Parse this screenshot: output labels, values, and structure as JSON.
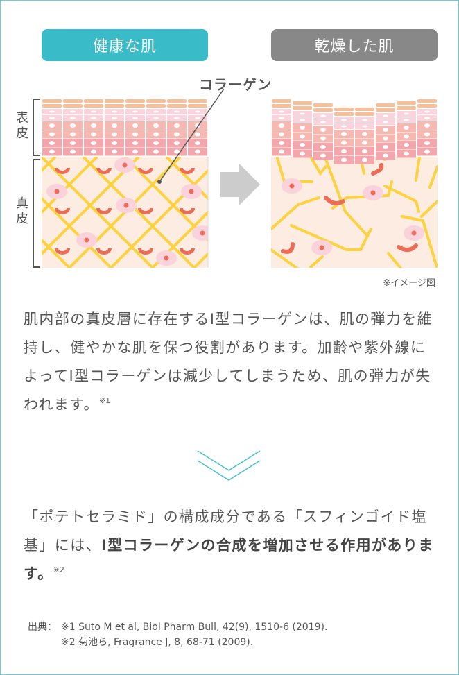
{
  "labels": {
    "healthy_skin": "健康な肌",
    "dry_skin": "乾燥した肌",
    "collagen": "コラーゲン",
    "epidermis": "表皮",
    "dermis": "真皮",
    "image_note": "※イメージ図"
  },
  "colors": {
    "healthy_accent": "#3abcc8",
    "dry_accent": "#888888",
    "frame_border": "#6dccd8",
    "collagen_fiber": "#fdd23f",
    "dermis_bg": "#fdece1",
    "cell_nucleus": "#ec6c58"
  },
  "paragraph1": {
    "text": "肌内部の真皮層に存在するⅠ型コラーゲンは、肌の弾力を維持し、健やかな肌を保つ役割があります。加齢や紫外線によってⅠ型コラーゲンは減少してしまうため、肌の弾力が失われます。",
    "footnote_mark": "※1"
  },
  "paragraph2": {
    "text_before": "「ポテトセラミド」の構成成分である「スフィンゴイド塩基」には、",
    "text_bold": "Ⅰ型コラーゲンの合成を増加させる作用があります。",
    "footnote_mark": "※2"
  },
  "references": {
    "heading": "出典：",
    "items": [
      "※1 Suto M et al, Biol Pharm Bull, 42(9), 1510-6 (2019).",
      "※2 菊池ら, Fragrance J, 8, 68-71 (2009)."
    ]
  }
}
